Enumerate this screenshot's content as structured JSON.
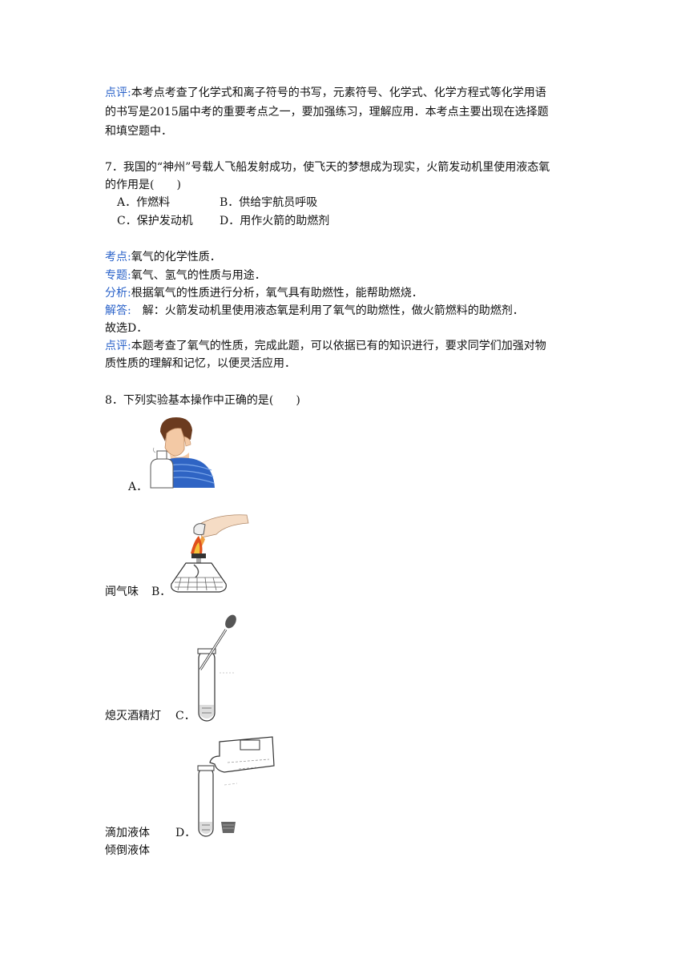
{
  "review6": {
    "tag": "点评:",
    "lines": [
      "本考点考查了化学式和离子符号的书写，元素符号、化学式、化学方程式等化学用语",
      "的书写是2015届中考的重要考点之一，要加强练习，理解应用．本考点主要出现在选择题",
      "和填空题中．"
    ]
  },
  "q7": {
    "stem": [
      "7．我国的“神州”号载人飞船发射成功，使飞天的梦想成为现实，火箭发动机里使用液态氧",
      "的作用是(　　)"
    ],
    "options": {
      "A": "A．作燃料",
      "B": "B．供给宇航员呼吸",
      "C": "C．保护发动机",
      "D": "D．用作火箭的助燃剂"
    },
    "kaodian_tag": "考点:",
    "kaodian": "氧气的化学性质．",
    "zhuanti_tag": "专题:",
    "zhuanti": "氧气、氢气的性质与用途．",
    "fenxi_tag": "分析:",
    "fenxi": "根据氧气的性质进行分析，氧气具有助燃性，能帮助燃烧．",
    "jieda_tag": "解答:",
    "jieda": "　解：火箭发动机里使用液态氧是利用了氧气的助燃性，做火箭燃料的助燃剂．",
    "gu": "故选D．",
    "dianping_tag": "点评:",
    "dianping": [
      "本题考查了氧气的性质，完成此题，可以依据已有的知识进行，要求同学们加强对物",
      "质性质的理解和记忆，以便灵活应用．"
    ]
  },
  "q8": {
    "stem": "8．下列实验基本操作中正确的是(　　)",
    "A_letter": "A．",
    "A_caption": "闻气味",
    "B_letter": "B．",
    "B_caption": "熄灭酒精灯",
    "C_letter": "C．",
    "C_caption": "滴加液体",
    "D_letter": "D．",
    "D_caption": "倾倒液体"
  }
}
